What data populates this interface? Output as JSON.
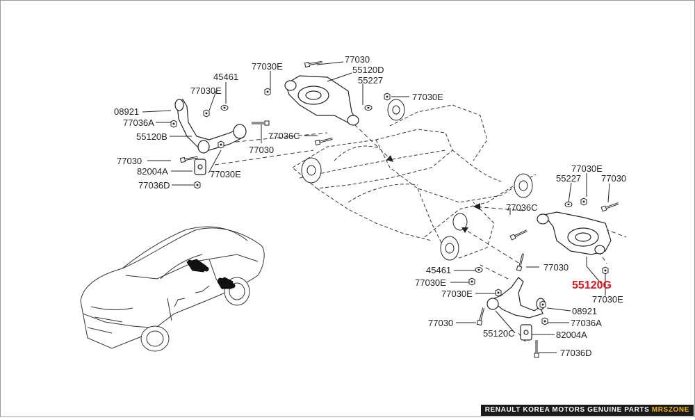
{
  "footer": {
    "main": "RENAULT KOREA MOTORS GENUINE PARTS ",
    "accent": "MRSZONE"
  },
  "colors": {
    "highlight": "#e8141c",
    "line": "#222222",
    "footer_bg": "#1a1a1a",
    "footer_accent": "#f5b800"
  },
  "callouts": [
    {
      "id": "c01",
      "text": "77030E"
    },
    {
      "id": "c02",
      "text": "77030"
    },
    {
      "id": "c03",
      "text": "55120D"
    },
    {
      "id": "c04",
      "text": "55227"
    },
    {
      "id": "c05",
      "text": "77030E"
    },
    {
      "id": "c06",
      "text": "45461"
    },
    {
      "id": "c07",
      "text": "77030E"
    },
    {
      "id": "c08",
      "text": "08921"
    },
    {
      "id": "c09",
      "text": "77036A"
    },
    {
      "id": "c10",
      "text": "55120B"
    },
    {
      "id": "c11",
      "text": "77036C"
    },
    {
      "id": "c12",
      "text": "77030"
    },
    {
      "id": "c13",
      "text": "77030"
    },
    {
      "id": "c14",
      "text": "82004A"
    },
    {
      "id": "c15",
      "text": "77030E"
    },
    {
      "id": "c16",
      "text": "77036D"
    },
    {
      "id": "c17",
      "text": "77030E"
    },
    {
      "id": "c18",
      "text": "55227"
    },
    {
      "id": "c19",
      "text": "77030"
    },
    {
      "id": "c20",
      "text": "77036C"
    },
    {
      "id": "c21",
      "text": "45461"
    },
    {
      "id": "c22",
      "text": "77030"
    },
    {
      "id": "c23",
      "text": "77030E"
    },
    {
      "id": "c24",
      "text": "77030E"
    },
    {
      "id": "c25",
      "text": "55120G",
      "highlight": true
    },
    {
      "id": "c26",
      "text": "77030E"
    },
    {
      "id": "c27",
      "text": "08921"
    },
    {
      "id": "c28",
      "text": "77030"
    },
    {
      "id": "c29",
      "text": "77036A"
    },
    {
      "id": "c30",
      "text": "55120C"
    },
    {
      "id": "c31",
      "text": "82004A"
    },
    {
      "id": "c32",
      "text": "77036D"
    }
  ]
}
